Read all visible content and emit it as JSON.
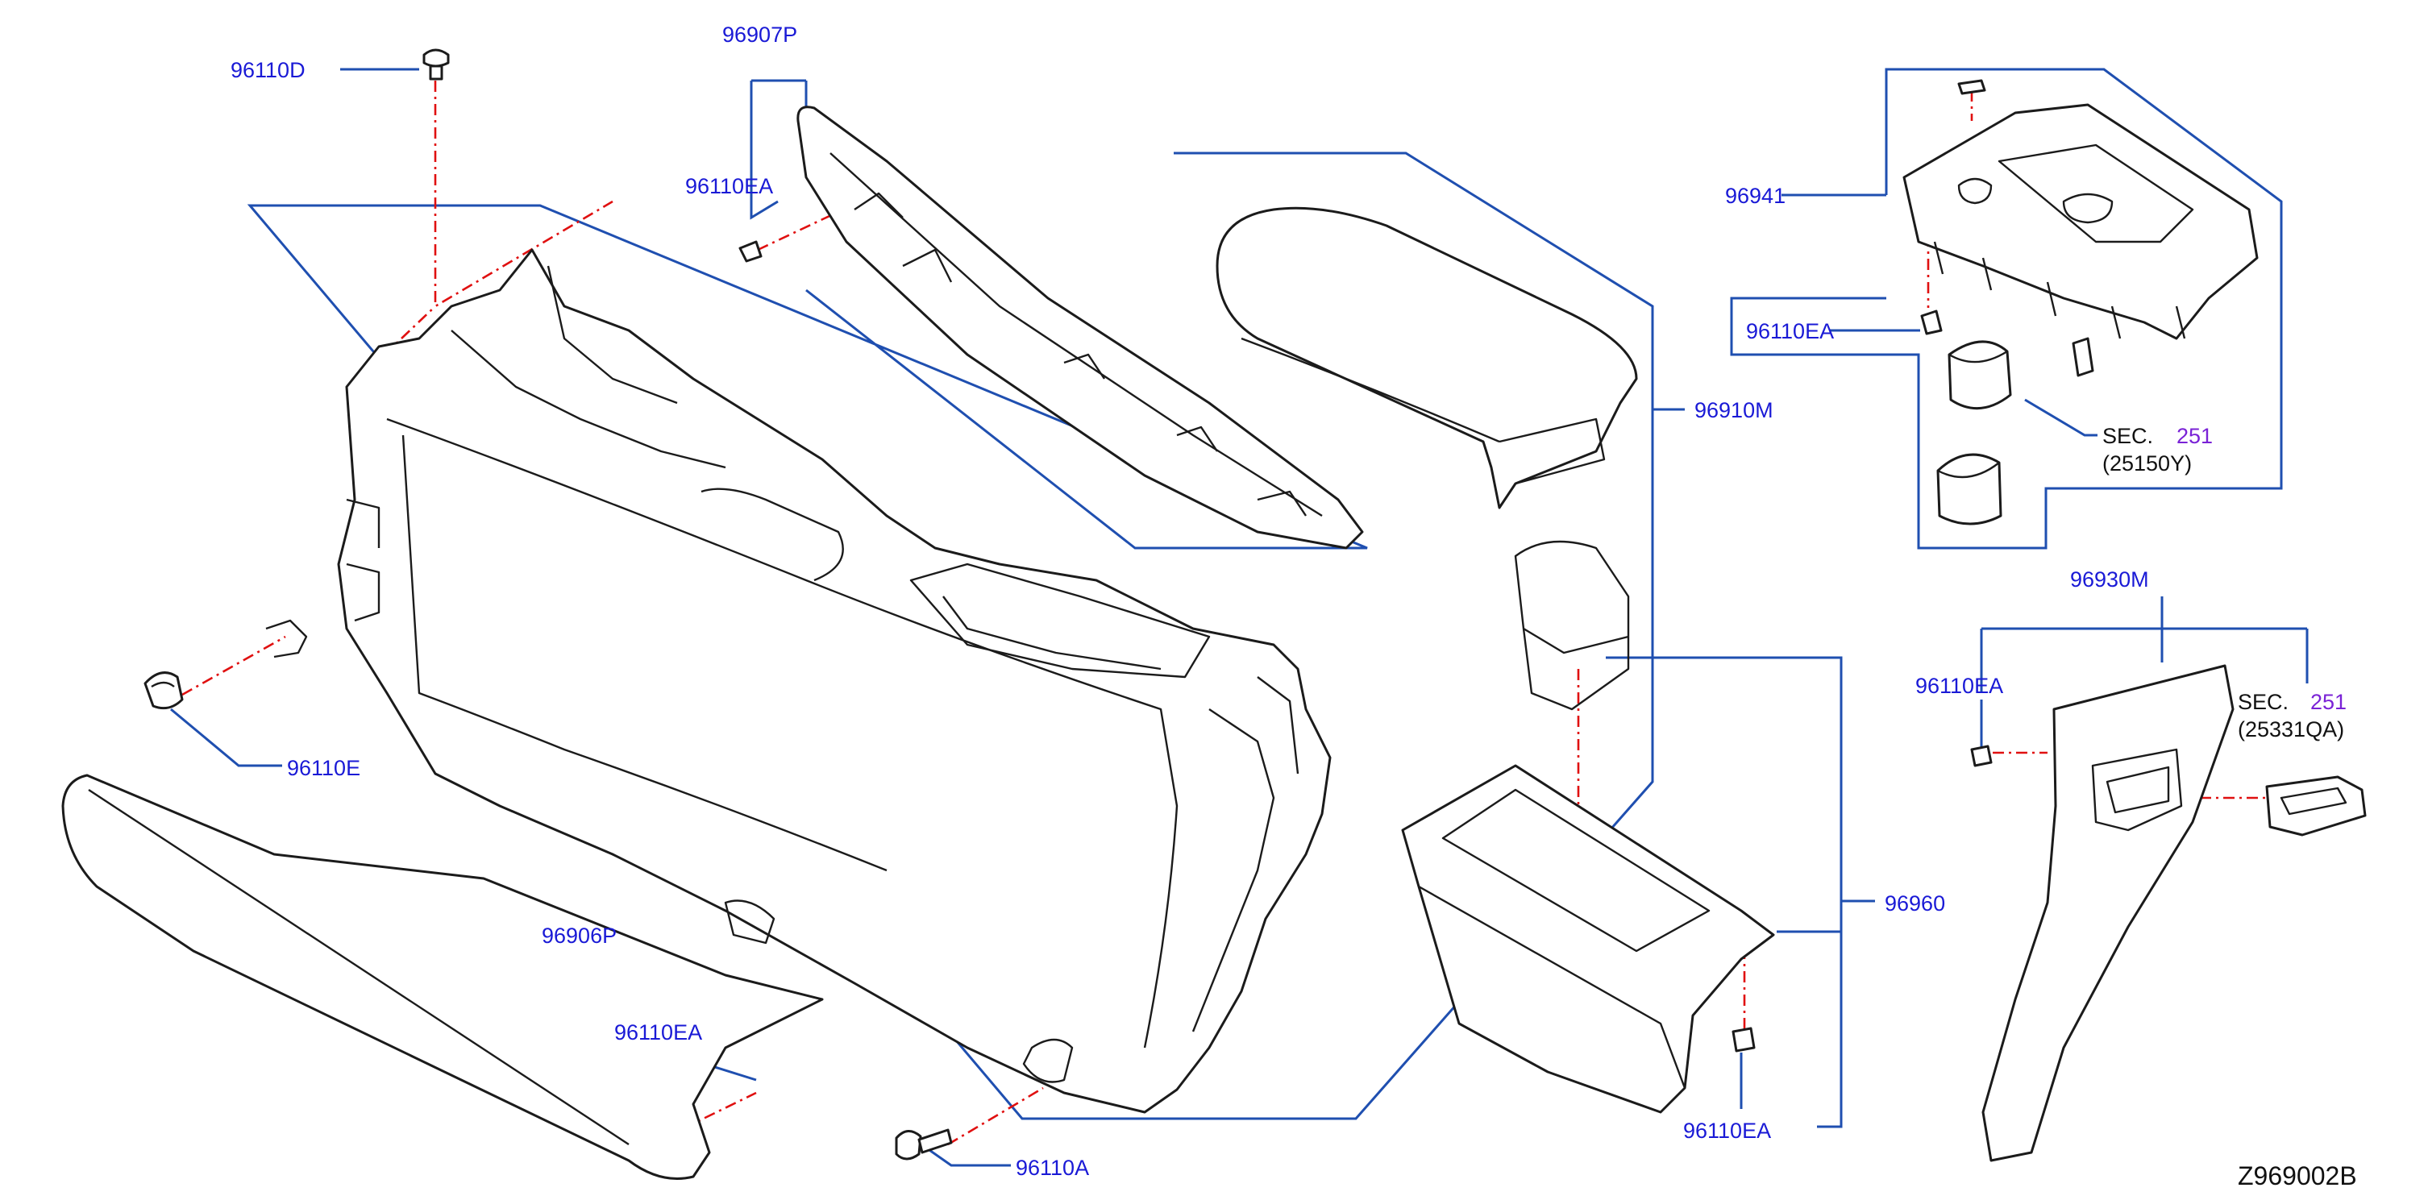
{
  "diagram": {
    "reference_code": "Z969002B",
    "labels": {
      "p96110D": "96110D",
      "p96907P": "96907P",
      "p96110EA_top": "96110EA",
      "p96910M": "96910M",
      "p96941": "96941",
      "p96110EA_right": "96110EA",
      "sec1_prefix": "SEC.",
      "sec1_num": "251",
      "sec1_sub": "(25150Y)",
      "p96930M": "96930M",
      "p96110EA_930": "96110EA",
      "sec2_prefix": "SEC.",
      "sec2_num": "251",
      "sec2_sub": "(25331QA)",
      "p96110E": "96110E",
      "p96906P": "96906P",
      "p96110EA_906": "96110EA",
      "p96960": "96960",
      "p96110EA_960": "96110EA",
      "p96110A": "96110A"
    },
    "colors": {
      "label": "#1a1ad6",
      "leader": "#1f4fb0",
      "centerline": "#e01010",
      "section_ref": "#7a22d6",
      "outline": "#1b1b1b"
    }
  }
}
